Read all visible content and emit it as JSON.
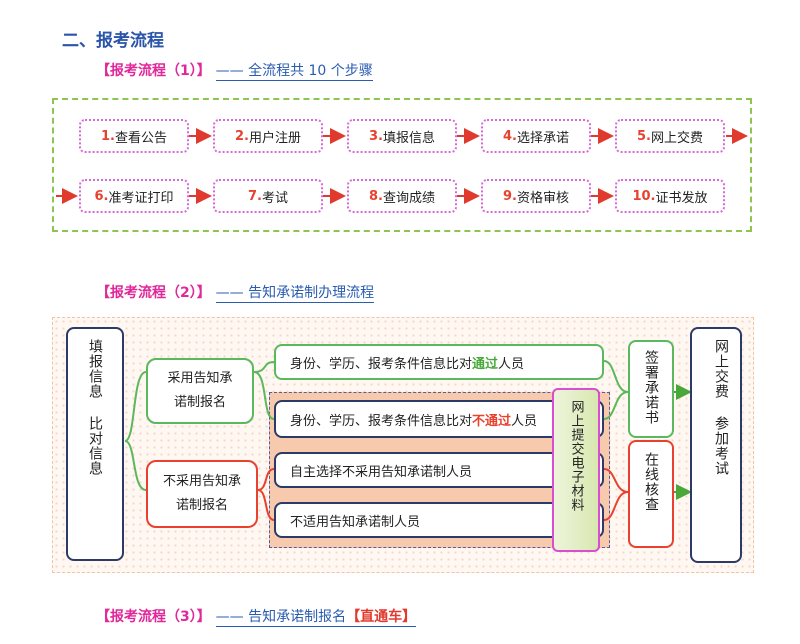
{
  "section_title": "二、报考流程",
  "process1": {
    "label": "【报考流程（1）】",
    "title": "—— 全流程共 10 个步骤",
    "steps": [
      {
        "num": "1.",
        "text": "查看公告"
      },
      {
        "num": "2.",
        "text": "用户注册"
      },
      {
        "num": "3.",
        "text": "填报信息"
      },
      {
        "num": "4.",
        "text": "选择承诺"
      },
      {
        "num": "5.",
        "text": "网上交费"
      },
      {
        "num": "6.",
        "text": "准考证打印"
      },
      {
        "num": "7.",
        "text": "考试"
      },
      {
        "num": "8.",
        "text": "查询成绩"
      },
      {
        "num": "9.",
        "text": "资格审核"
      },
      {
        "num": "10.",
        "text": "证书发放"
      }
    ]
  },
  "process2": {
    "label": "【报考流程（2）】",
    "title": "—— 告知承诺制办理流程",
    "start_box": "填报信息 比对信息",
    "branch_yes": "采用告知承诺制报名",
    "branch_no": "不采用告知承诺制报名",
    "item_pass_prefix": "身份、学历、报考条件信息比对",
    "item_pass_flag": "通过",
    "item_pass_suffix": "人员",
    "item_fail_prefix": "身份、学历、报考条件信息比对",
    "item_fail_flag": "不通过",
    "item_fail_suffix": "人员",
    "item_self": "自主选择不采用告知承诺制人员",
    "item_na": "不适用告知承诺制人员",
    "submit_box": "网上提交电子材料",
    "sign_box": "签署承诺书",
    "verify_box": "在线核查",
    "end_box": "网上交费 参加考试",
    "colors": {
      "green": "#5cb85c",
      "red": "#e8412f",
      "navy": "#2b3a67",
      "pink": "#d84fd0"
    }
  },
  "process3": {
    "label": "【报考流程（3）】",
    "title": "—— 告知承诺制报名",
    "highlight": "【直通车】"
  }
}
